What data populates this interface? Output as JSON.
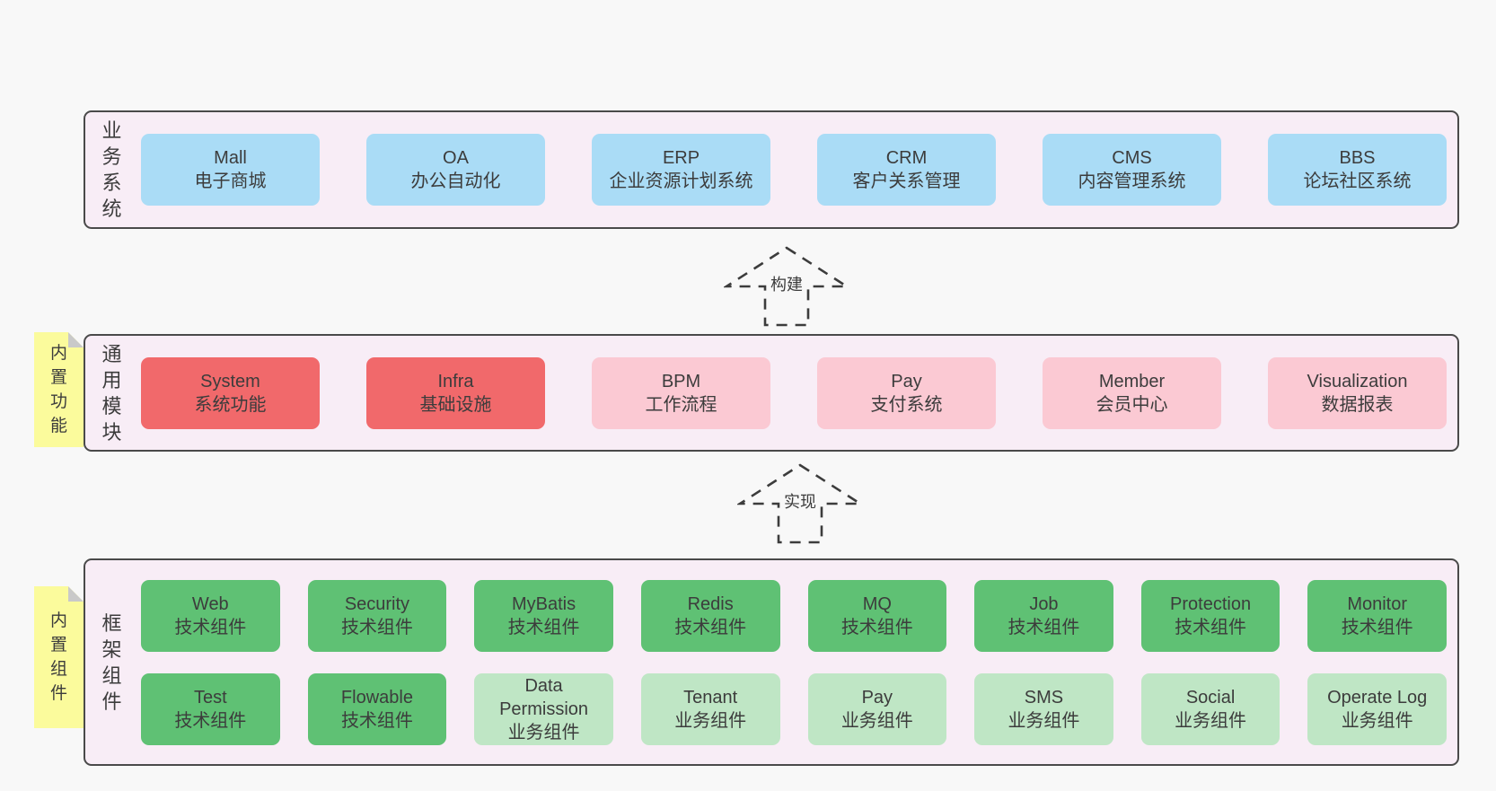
{
  "colors": {
    "page_bg": "#f8f8f8",
    "band_bg": "#f8edf6",
    "band_border": "#4a4a4a",
    "blue": "#aadcf6",
    "red": "#f1696b",
    "pink": "#fbc9d3",
    "green_dark": "#5fc174",
    "green_light": "#bfe6c5",
    "sticky_yellow": "#fbfb9c",
    "sticky_fold": "#c9c9c9",
    "text": "#3c3c3c"
  },
  "arrows": {
    "build": "构建",
    "implement": "实现"
  },
  "bands": [
    {
      "label": "业务系统",
      "boxes": [
        {
          "title": "Mall",
          "subtitle": "电子商城",
          "variant": "blue"
        },
        {
          "title": "OA",
          "subtitle": "办公自动化",
          "variant": "blue"
        },
        {
          "title": "ERP",
          "subtitle": "企业资源计划系统",
          "variant": "blue"
        },
        {
          "title": "CRM",
          "subtitle": "客户关系管理",
          "variant": "blue"
        },
        {
          "title": "CMS",
          "subtitle": "内容管理系统",
          "variant": "blue"
        },
        {
          "title": "BBS",
          "subtitle": "论坛社区系统",
          "variant": "blue"
        }
      ]
    },
    {
      "label": "通用模块",
      "sticky": "内置功能",
      "boxes": [
        {
          "title": "System",
          "subtitle": "系统功能",
          "variant": "red"
        },
        {
          "title": "Infra",
          "subtitle": "基础设施",
          "variant": "red"
        },
        {
          "title": "BPM",
          "subtitle": "工作流程",
          "variant": "pink"
        },
        {
          "title": "Pay",
          "subtitle": "支付系统",
          "variant": "pink"
        },
        {
          "title": "Member",
          "subtitle": "会员中心",
          "variant": "pink"
        },
        {
          "title": "Visualization",
          "subtitle": "数据报表",
          "variant": "pink"
        }
      ]
    },
    {
      "label": "框架组件",
      "sticky": "内置组件",
      "rows": [
        [
          {
            "title": "Web",
            "subtitle": "技术组件",
            "variant": "green"
          },
          {
            "title": "Security",
            "subtitle": "技术组件",
            "variant": "green"
          },
          {
            "title": "MyBatis",
            "subtitle": "技术组件",
            "variant": "green"
          },
          {
            "title": "Redis",
            "subtitle": "技术组件",
            "variant": "green"
          },
          {
            "title": "MQ",
            "subtitle": "技术组件",
            "variant": "green"
          },
          {
            "title": "Job",
            "subtitle": "技术组件",
            "variant": "green"
          },
          {
            "title": "Protection",
            "subtitle": "技术组件",
            "variant": "green"
          },
          {
            "title": "Monitor",
            "subtitle": "技术组件",
            "variant": "green"
          }
        ],
        [
          {
            "title": "Test",
            "subtitle": "技术组件",
            "variant": "green"
          },
          {
            "title": "Flowable",
            "subtitle": "技术组件",
            "variant": "green"
          },
          {
            "title": "Data Permission",
            "subtitle": "业务组件",
            "variant": "green-light"
          },
          {
            "title": "Tenant",
            "subtitle": "业务组件",
            "variant": "green-light"
          },
          {
            "title": "Pay",
            "subtitle": "业务组件",
            "variant": "green-light"
          },
          {
            "title": "SMS",
            "subtitle": "业务组件",
            "variant": "green-light"
          },
          {
            "title": "Social",
            "subtitle": "业务组件",
            "variant": "green-light"
          },
          {
            "title": "Operate Log",
            "subtitle": "业务组件",
            "variant": "green-light"
          }
        ]
      ]
    }
  ]
}
